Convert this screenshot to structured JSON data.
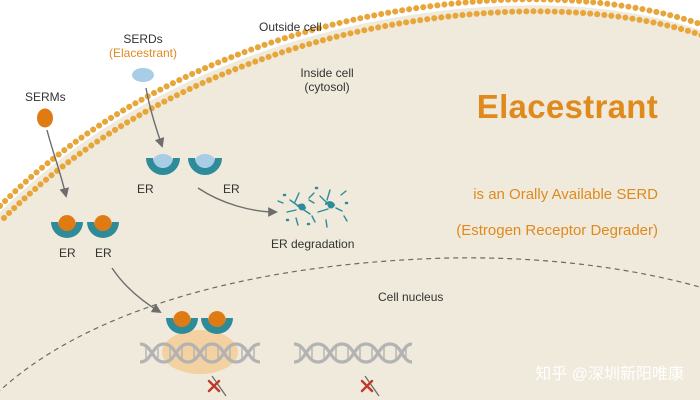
{
  "labels": {
    "outside_cell": "Outside cell",
    "inside_cell_line1": "Inside cell",
    "inside_cell_line2": "(cytosol)",
    "serds": "SERDs",
    "serds_drug": "(Elacestrant)",
    "serms": "SERMs",
    "er": "ER",
    "er_degradation": "ER degradation",
    "cell_nucleus": "Cell nucleus"
  },
  "headline": {
    "title": "Elacestrant",
    "line1": "is an Orally Available SERD",
    "line2": "(Estrogen Receptor Degrader)"
  },
  "watermark": "知乎 @深圳新阳唯康",
  "colors": {
    "membrane_dots": "#e8a63a",
    "cytosol": "#efeadb",
    "outside": "#ffffff",
    "receptor": "#2e8b9a",
    "serm_ligand": "#e07b14",
    "serd_ligand": "#a9cde6",
    "accent_text": "#e08a1e",
    "dna": "#b3b3b3",
    "blocked_x": "#c0392b"
  }
}
